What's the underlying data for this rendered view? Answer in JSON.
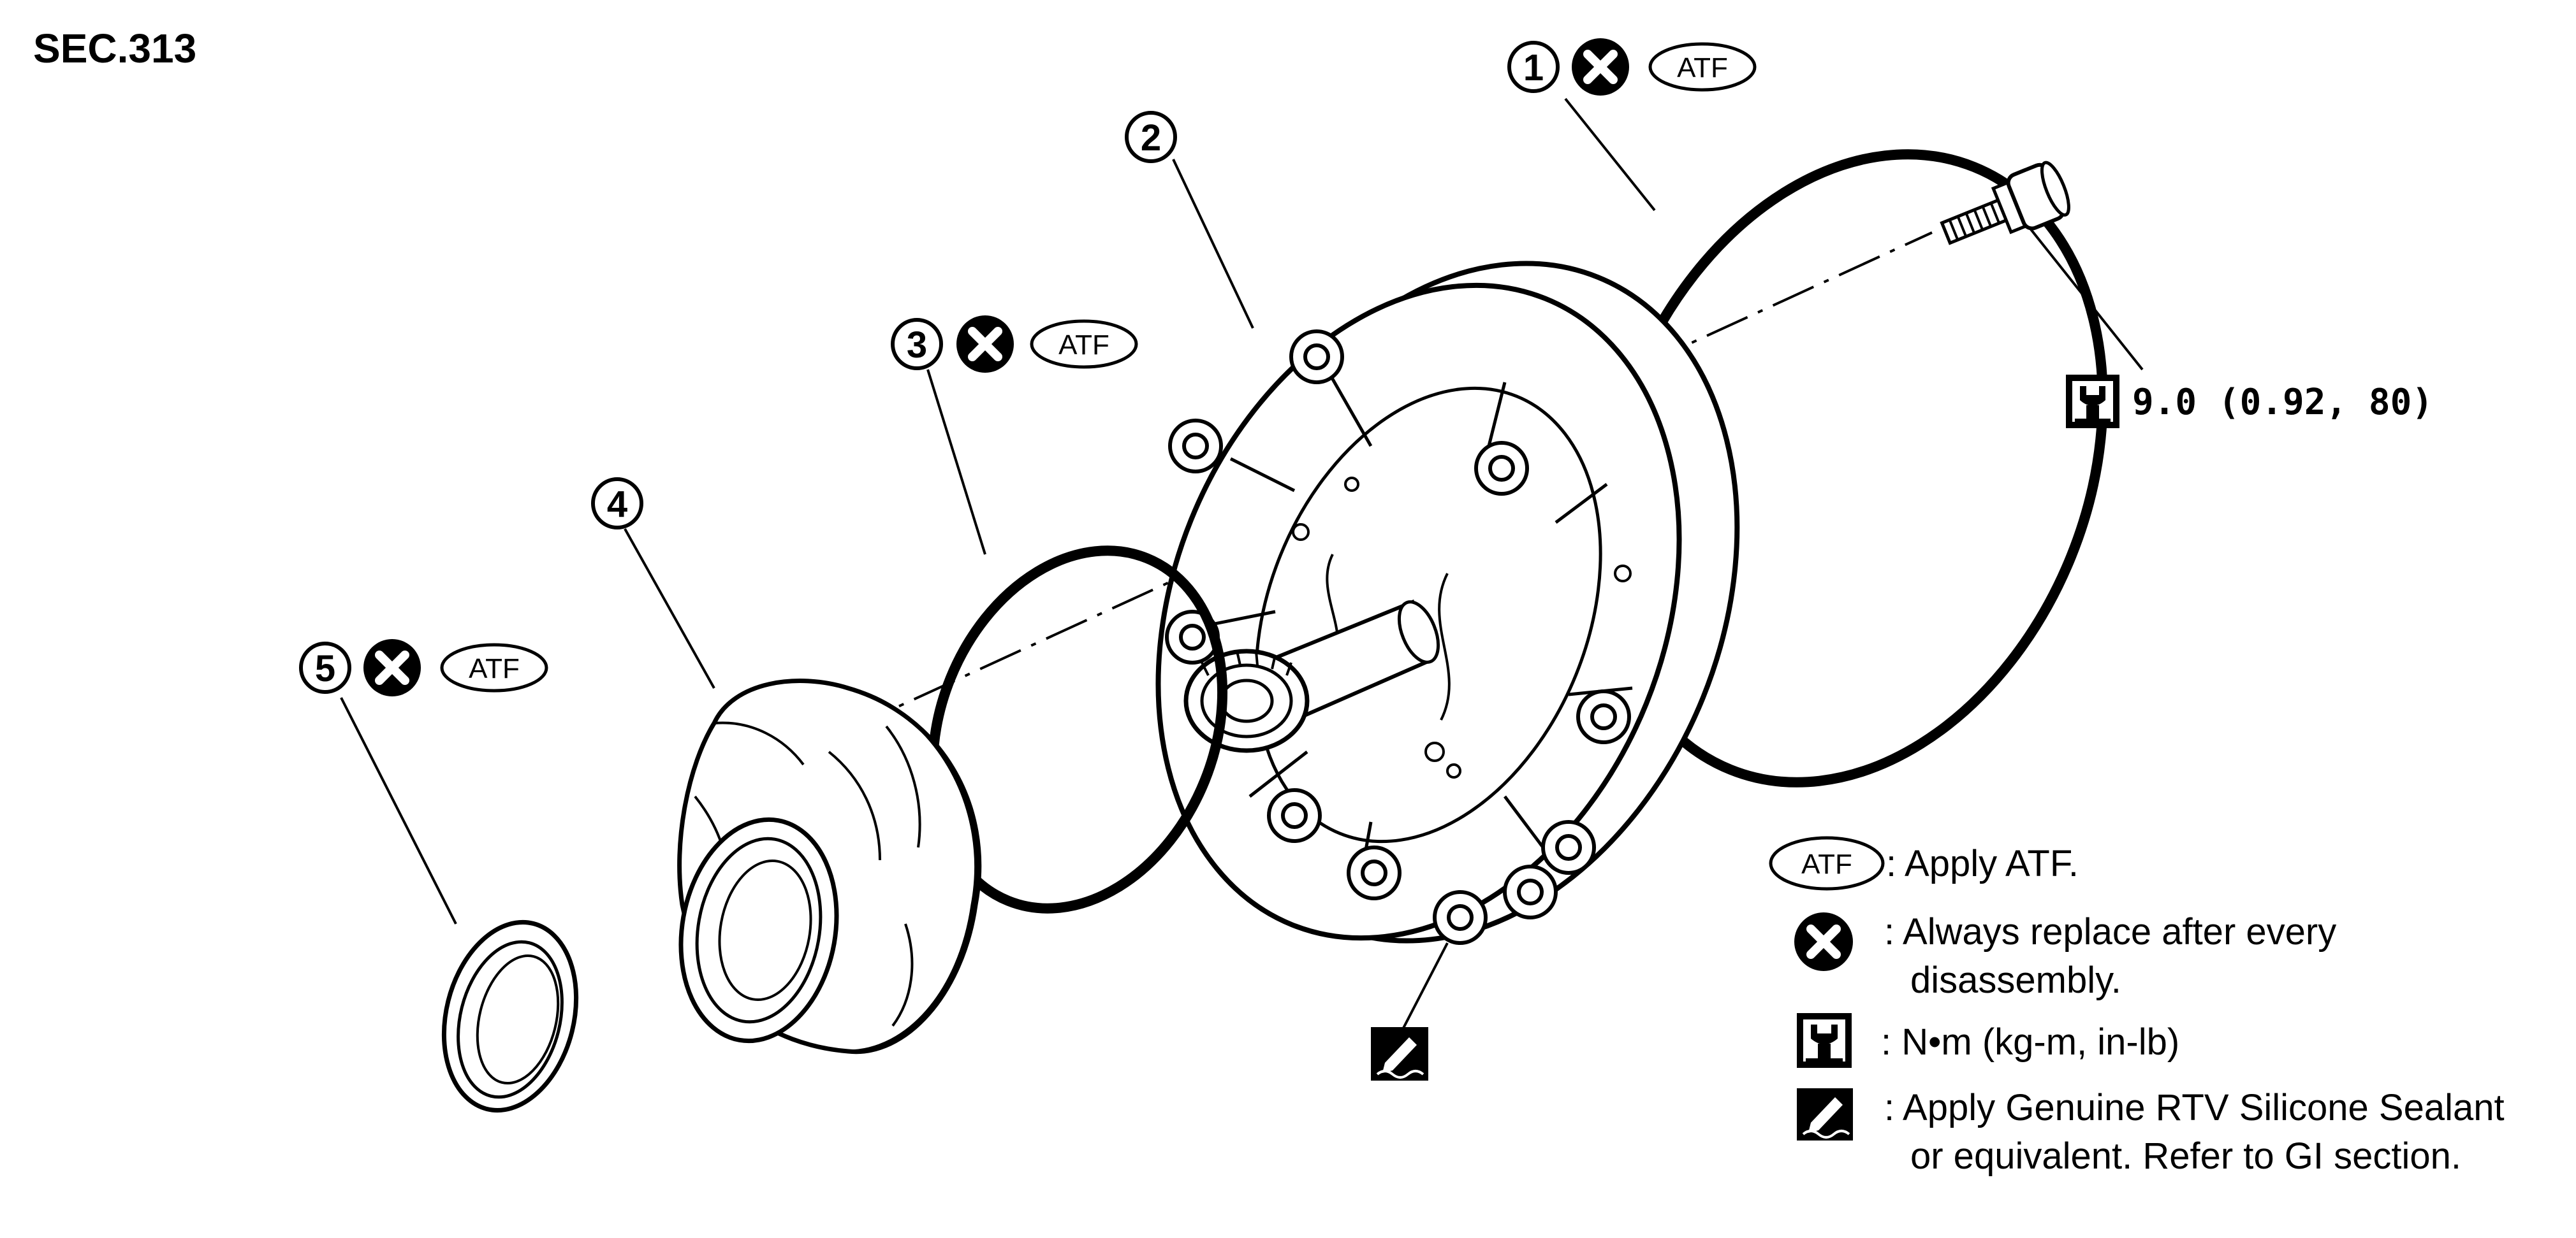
{
  "section": "SEC.313",
  "callouts": [
    {
      "number": "1",
      "replace": true,
      "atf": "ATF"
    },
    {
      "number": "2"
    },
    {
      "number": "3",
      "replace": true,
      "atf": "ATF"
    },
    {
      "number": "4"
    },
    {
      "number": "5",
      "replace": true,
      "atf": "ATF"
    }
  ],
  "torque_spec": "9.0  (0.92,  80)",
  "legend": {
    "atf_symbol": "ATF",
    "atf": ": Apply ATF.",
    "replace_line1": ": Always replace after every",
    "replace_line2": "disassembly.",
    "torque": ":  N•m  (kg-m,  in-lb)",
    "sealant_line1": ": Apply Genuine RTV Silicone Sealant",
    "sealant_line2": "or equivalent. Refer to GI section."
  },
  "icons": [
    "replace-x-icon",
    "torque-wrench-icon",
    "sealant-applicator-icon"
  ],
  "colors": {
    "ink": "#000000",
    "paper": "#ffffff"
  }
}
